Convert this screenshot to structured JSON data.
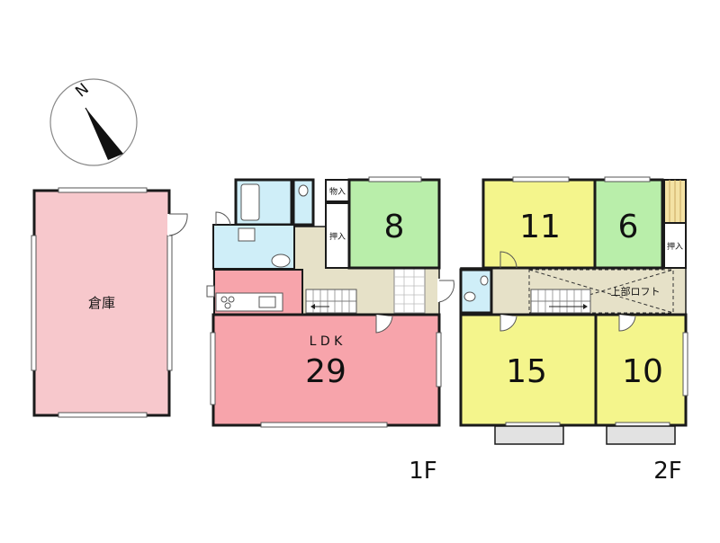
{
  "compass": {
    "label": "N"
  },
  "storage": {
    "label": "倉庫"
  },
  "floor1": {
    "label": "1F",
    "ldk_label": "L D K",
    "ldk_size": "29",
    "japanese_room_size": "8",
    "storage_closet_label": "物入",
    "oshiire_label": "押入"
  },
  "floor2": {
    "label": "2F",
    "room_nw_size": "11",
    "room_ne_size": "6",
    "room_sw_size": "15",
    "room_se_size": "10",
    "loft_label": "上部ロフト",
    "oshiire_label": "押入"
  },
  "colors": {
    "storage": "#f7c8cc",
    "ldk": "#f7a4ab",
    "tatami": "#b9eeaa",
    "western": "#f4f58c",
    "water": "#cfeef8",
    "hall": "#e6e1c8",
    "balcony": "#e2e2e2",
    "wall": "#1a1a1a"
  }
}
